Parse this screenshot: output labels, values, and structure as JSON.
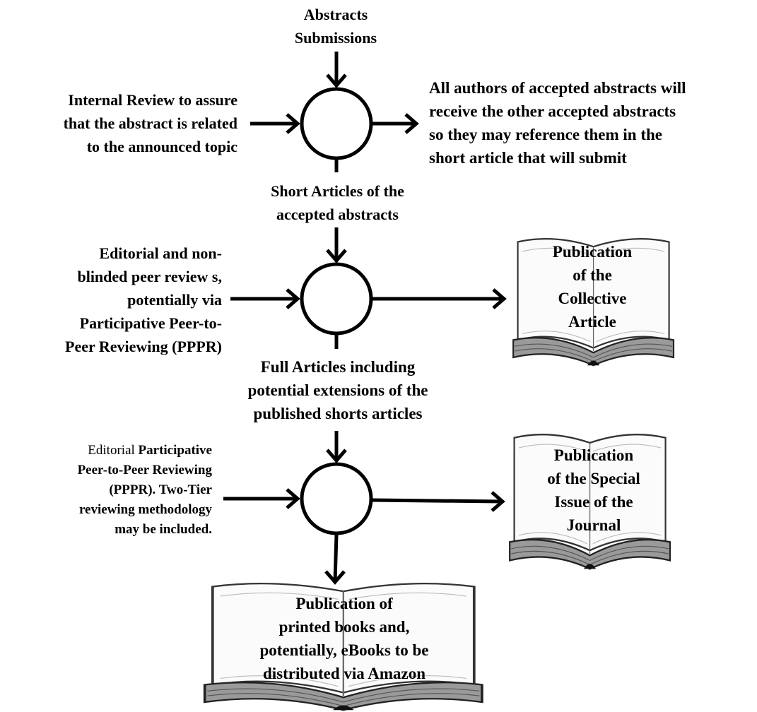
{
  "nodes": {
    "abstracts_submissions": [
      "Abstracts",
      "Submissions"
    ],
    "internal_review": [
      "Internal Review to assure",
      "that the abstract is related",
      "to the announced topic"
    ],
    "accepted_abstracts_note": [
      "All authors of accepted abstracts will",
      "receive the other accepted abstracts",
      "so they may reference them in the",
      "short article  that will submit"
    ],
    "short_articles": [
      "Short Articles of the",
      "accepted abstracts"
    ],
    "editorial_review": [
      "Editorial and  non-",
      "blinded peer review s,",
      "potentially via",
      "Participative Peer-to-",
      "Peer Reviewing (PPPR)"
    ],
    "full_articles": [
      "Full Articles including",
      "potential extensions of the",
      "published shorts articles"
    ],
    "pppr_review": {
      "line1_normal": "Editorial",
      "line1_bold": "Participative",
      "lines": [
        "Peer-to-Peer Reviewing",
        "(PPPR). Two-Tier",
        "reviewing methodology",
        "may be included."
      ]
    }
  },
  "books": {
    "collective_article": [
      "Publication",
      "of the",
      "Collective",
      "Article"
    ],
    "special_issue": [
      "Publication",
      "of the Special",
      "Issue of the",
      "Journal"
    ],
    "printed_books": [
      "Publication  of",
      "printed books and,",
      "potentially, eBooks to be",
      "distributed via Amazon"
    ]
  }
}
